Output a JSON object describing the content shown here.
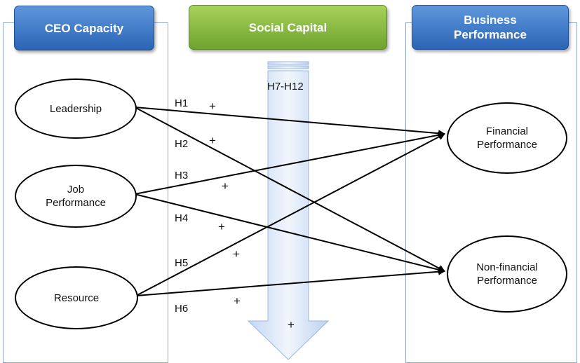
{
  "columns": {
    "ceo": "CEO Capacity",
    "social": "Social Capital",
    "business": "Business Performance"
  },
  "nodes": {
    "leadership": "Leadership",
    "job": "Job Performance",
    "resource": "Resource",
    "financial": "Financial Performance",
    "nonfinancial": "Non-financial Performance"
  },
  "hypotheses": {
    "h1": "H1",
    "h2": "H2",
    "h3": "H3",
    "h4": "H4",
    "h5": "H5",
    "h6": "H6",
    "mediation": "H7-H12",
    "sign": "+"
  },
  "colors": {
    "header_blue": "#2a64b4",
    "header_green": "#6fa22f",
    "panel_border": "#8fa9cf"
  }
}
